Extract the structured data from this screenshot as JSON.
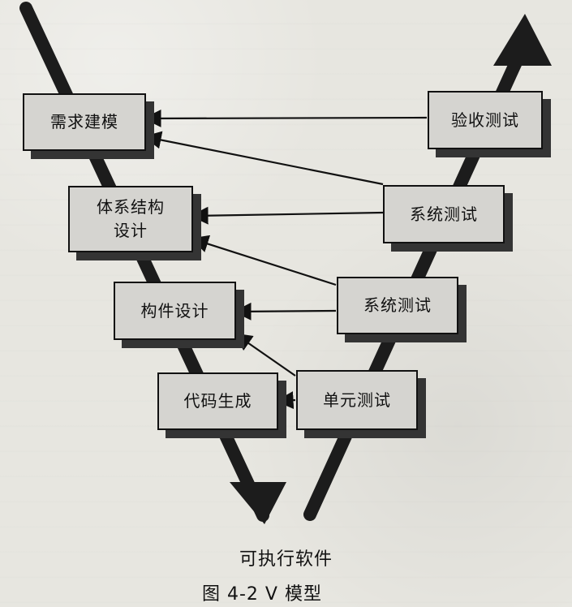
{
  "diagram": {
    "left_boxes": [
      {
        "label": "需求建模"
      },
      {
        "label": "体系结构\n设计"
      },
      {
        "label": "构件设计"
      },
      {
        "label": "代码生成"
      }
    ],
    "right_boxes": [
      {
        "label": "验收测试"
      },
      {
        "label": "系统测试"
      },
      {
        "label": "系统测试"
      },
      {
        "label": "单元测试"
      }
    ],
    "bottom_label": "可执行软件",
    "figure_caption": "图 4-2    V 模型"
  }
}
